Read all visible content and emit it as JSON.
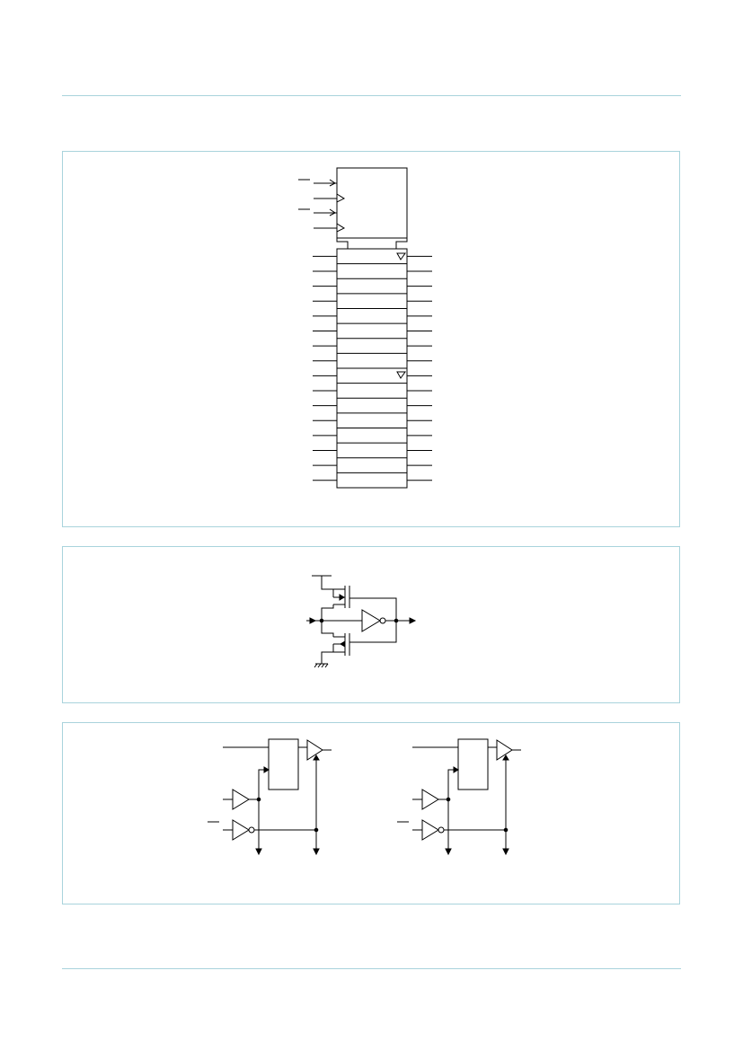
{
  "page": {
    "header_rule_color": "#a9d3dc",
    "footer_rule_color": "#a9d3dc",
    "panel_border_color": "#a9d3dc"
  },
  "figures": [
    {
      "id": "logic-symbol",
      "text": []
    },
    {
      "id": "bus-hold-circuit",
      "text": []
    },
    {
      "id": "logic-diagram",
      "text": []
    }
  ]
}
